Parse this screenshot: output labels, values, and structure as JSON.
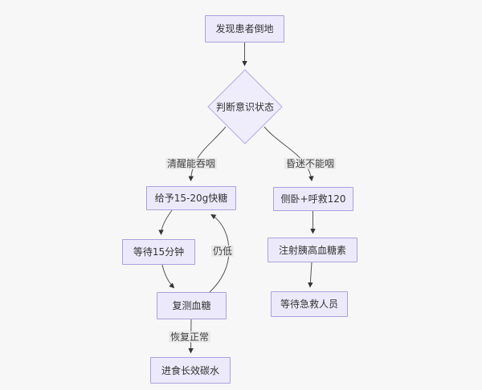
{
  "diagram": {
    "type": "flowchart",
    "nodes": {
      "found_patient": {
        "label": "发现患者倒地",
        "shape": "rect"
      },
      "assess_consciousness": {
        "label": "判断意识状态",
        "shape": "diamond"
      },
      "give_fast_sugar": {
        "label": "给予15-20g快糖",
        "shape": "rect"
      },
      "recovery_position": {
        "label": "侧卧+呼救120",
        "shape": "rect"
      },
      "wait_15_min": {
        "label": "等待15分钟",
        "shape": "rect"
      },
      "inject_glucagon": {
        "label": "注射胰高血糖素",
        "shape": "rect"
      },
      "retest_glucose": {
        "label": "复测血糖",
        "shape": "rect"
      },
      "wait_ems": {
        "label": "等待急救人员",
        "shape": "rect"
      },
      "eat_slow_carbs": {
        "label": "进食长效碳水",
        "shape": "rect"
      }
    },
    "edge_labels": {
      "awake_can_swallow": {
        "label": "清醒能吞咽"
      },
      "coma_cannot_swallow": {
        "label": "昏迷不能咽"
      },
      "still_low": {
        "label": "仍低"
      },
      "recovered": {
        "label": "恢复正常"
      }
    },
    "edges": [
      {
        "from": "found_patient",
        "to": "assess_consciousness",
        "label": ""
      },
      {
        "from": "assess_consciousness",
        "to": "give_fast_sugar",
        "label": "清醒能吞咽"
      },
      {
        "from": "assess_consciousness",
        "to": "recovery_position",
        "label": "昏迷不能咽"
      },
      {
        "from": "give_fast_sugar",
        "to": "wait_15_min",
        "label": ""
      },
      {
        "from": "wait_15_min",
        "to": "retest_glucose",
        "label": ""
      },
      {
        "from": "retest_glucose",
        "to": "give_fast_sugar",
        "label": "仍低"
      },
      {
        "from": "recovery_position",
        "to": "inject_glucagon",
        "label": ""
      },
      {
        "from": "inject_glucagon",
        "to": "wait_ems",
        "label": ""
      },
      {
        "from": "retest_glucose",
        "to": "eat_slow_carbs",
        "label": "恢复正常"
      }
    ],
    "colors": {
      "background": "#f7f7f8",
      "node_fill": "#eceafa",
      "node_border": "#ada0dc",
      "edge_line": "#555555",
      "arrowhead": "#333333",
      "edge_label_bg": "#e8e8e8",
      "text": "#333333"
    }
  }
}
